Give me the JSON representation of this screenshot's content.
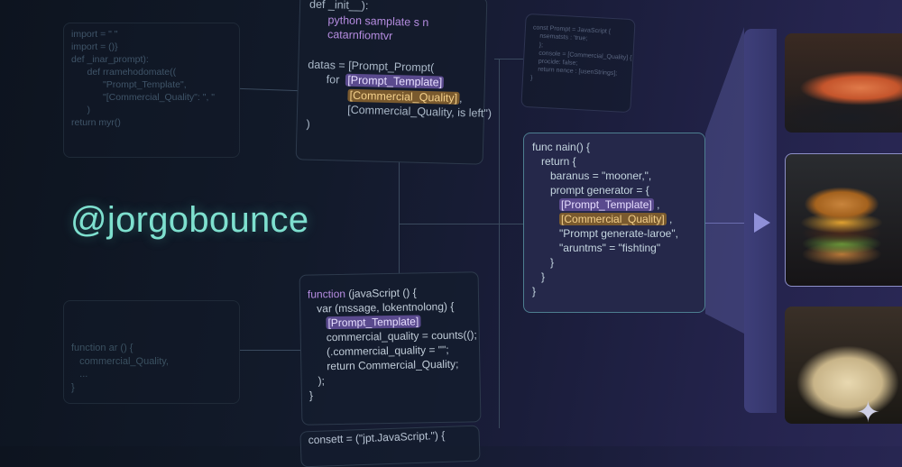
{
  "handle": "@jorgobounce",
  "colors": {
    "accent": "#7ee0cf",
    "highlight_purple": "#5a4a8e",
    "highlight_orange": "#7a5a2e",
    "background": "#121a2a"
  },
  "panels": {
    "pA": [
      [
        {
          "t": "import = \" \""
        }
      ],
      [
        {
          "t": "import = ()}"
        }
      ],
      [
        {
          "t": "def _inar_prompt):"
        }
      ],
      [
        {
          "t": "      def rramehodomate(("
        }
      ],
      [
        {
          "t": "            \"Prompt_Template\","
        }
      ],
      [
        {
          "t": "            \"[Commercial_Quality\": \", \""
        }
      ],
      [
        {
          "t": "      )"
        }
      ],
      [
        {
          "t": "return myr()"
        }
      ]
    ],
    "pB": [
      [
        {
          "t": "def _init__):"
        }
      ],
      [
        {
          "t": "      python samplate s n",
          "c": "kw"
        }
      ],
      [
        {
          "t": "      catarnfiomtvr",
          "c": "kw"
        }
      ],
      [
        {
          "t": " "
        }
      ],
      [
        {
          "t": "datas = [Prompt_Prompt("
        }
      ],
      [
        {
          "t": "      for  "
        },
        {
          "t": "[Prompt_Template]",
          "hl": "purple"
        }
      ],
      [
        {
          "t": "             "
        },
        {
          "t": "[Commercial_Quality]",
          "hl": "orange"
        },
        {
          "t": ","
        }
      ],
      [
        {
          "t": "             [Commercial_Quality, is left\")"
        }
      ],
      [
        {
          "t": ")"
        }
      ]
    ],
    "pC": [
      [
        {
          "t": "const Prompt = JavaScript {"
        }
      ],
      [
        {
          "t": "    nsematsts : 'true;"
        }
      ],
      [
        {
          "t": "    };"
        }
      ],
      [
        {
          "t": "    console = [Commercial_Quality] {"
        }
      ],
      [
        {
          "t": "    procide: false;"
        }
      ],
      [
        {
          "t": "    return nence : [usenStrings];"
        }
      ],
      [
        {
          "t": "}"
        }
      ]
    ],
    "pD": [
      [
        {
          "t": "func nain() {"
        }
      ],
      [
        {
          "t": "   return {"
        }
      ],
      [
        {
          "t": "      baranus = \"mooner,\","
        }
      ],
      [
        {
          "t": "      prompt generator = {"
        }
      ],
      [
        {
          "t": "         "
        },
        {
          "t": "[Prompt_Template]",
          "hl": "purple"
        },
        {
          "t": " ,"
        }
      ],
      [
        {
          "t": "         "
        },
        {
          "t": "[Commercial_Quality]",
          "hl": "orange"
        },
        {
          "t": " ,"
        }
      ],
      [
        {
          "t": "         \"Prompt generate-laroe\","
        }
      ],
      [
        {
          "t": "         \"aruntms\" = \"fishting\""
        }
      ],
      [
        {
          "t": "      }"
        }
      ],
      [
        {
          "t": "   }"
        }
      ],
      [
        {
          "t": "}"
        }
      ]
    ],
    "pE": [
      [
        {
          "t": "function ar () {"
        }
      ],
      [
        {
          "t": "   commercial_Quality,"
        }
      ],
      [
        {
          "t": "   ..."
        }
      ],
      [
        {
          "t": "}"
        }
      ]
    ],
    "pF": [
      [
        {
          "t": "function",
          "c": "kw"
        },
        {
          "t": " (javaScript () {"
        }
      ],
      [
        {
          "t": "   var (mssage, lokentnolong) {"
        }
      ],
      [
        {
          "t": "      "
        },
        {
          "t": "[Prompt_Template]",
          "hl": "purple"
        }
      ],
      [
        {
          "t": "      commercial_quality = counts(();"
        }
      ],
      [
        {
          "t": "      (.commercial_quality = \"\";"
        }
      ],
      [
        {
          "t": "      return Commercial_Quality;"
        }
      ],
      [
        {
          "t": "   );"
        }
      ],
      [
        {
          "t": "}"
        }
      ]
    ],
    "pG": [
      [
        {
          "t": "consett = (\"jpt.JavaScript.\") {"
        }
      ]
    ]
  },
  "images": [
    {
      "subject": "sushi"
    },
    {
      "subject": "burger"
    },
    {
      "subject": "pasta"
    }
  ],
  "icons": {
    "play": "play-triangle-icon",
    "sparkle": "sparkle-icon"
  }
}
